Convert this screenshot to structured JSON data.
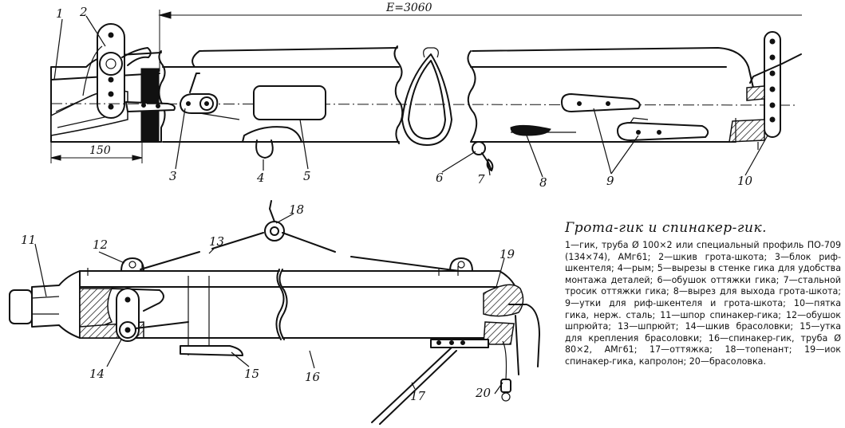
{
  "dimensions": {
    "e_label": "E=3060",
    "len_label": "150"
  },
  "callouts": {
    "n1": "1",
    "n2": "2",
    "n3": "3",
    "n4": "4",
    "n5": "5",
    "n6": "6",
    "n7": "7",
    "n8": "8",
    "n9": "9",
    "n10": "10",
    "n11": "11",
    "n12": "12",
    "n13": "13",
    "n14": "14",
    "n15": "15",
    "n16": "16",
    "n17": "17",
    "n18": "18",
    "n19": "19",
    "n20": "20"
  },
  "caption": {
    "title": "Грота-гик и спинакер-гик.",
    "text": "1—гик, труба Ø 100×2 или специальный профиль ПО-709 (134×74), АМг61; 2—шкив грота-шкота; 3—блок риф-шкентеля; 4—рым; 5—вырезы в стенке гика для удобства монтажа деталей; 6—обушок оттяжки гика; 7—стальной тросик оттяжки гика; 8—вырез для выхода грота-шкота; 9—утки для риф-шкентеля и грота-шкота; 10—пятка гика, нерж. сталь; 11—шпор спинакер-гика; 12—обушок шпрюйта; 13—шпрюйт; 14—шкив брасоловки; 15—утка для крепления брасоловки; 16—спинакер-гик, труба Ø 80×2, АМг61; 17—оттяжка; 18—топенант; 19—иок спинакер-гика, капролон; 20—брасоловка."
  }
}
